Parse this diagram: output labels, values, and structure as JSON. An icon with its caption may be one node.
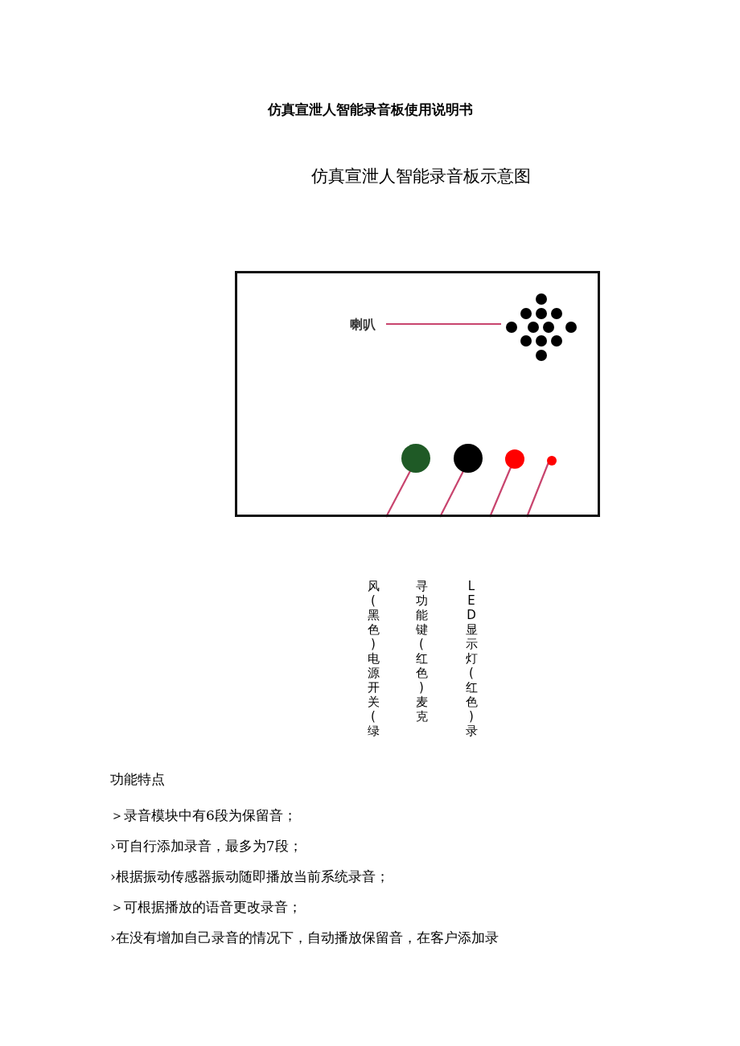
{
  "diagram": {
    "title": "仿真宣泄人智能录音板使用说明书",
    "nodes": [
      {
        "text": [],
        "shape": "box"
      },
      {
        "text": [
          "喇叭"
        ],
        "in": 0
      },
      {
        "text": [],
        "shape": "picture",
        "in": 0
      },
      {
        "text": [],
        "shape": "circle",
        "in": 0
      },
      {
        "text": [],
        "shape": "circle",
        "in": 0
      },
      {
        "text": [],
        "shape": "circle",
        "in": 0
      },
      {
        "text": [],
        "shape": "circle",
        "in": 0
      }
    ],
    "edges": [
      {
        "from": 1,
        "to": 2,
        "arrow": "none"
      },
      {
        "from": 3,
        "to": null,
        "arrow": "none"
      },
      {
        "from": 4,
        "to": null,
        "arrow": "none"
      },
      {
        "from": 5,
        "to": null,
        "arrow": "none"
      },
      {
        "from": 6,
        "to": null,
        "arrow": "none"
      }
    ],
    "labels": [
      "仿真宣泄人智能录音板示意图",
      "LED显示灯(红色) 录",
      "寻功能键(红色) 麦克",
      "风(黑色) 电源开关(绿",
      "功能特点",
      "＞录音模块中有6段为保留音；",
      "›可自行添加录音，最多为7段；",
      "›根据振动传感器振动随即播放当前系统录音；",
      "＞可根据播放的语音更改录音；",
      "›在没有增加自己录音的情况下，自动播放保留音，在客户添加录"
    ]
  }
}
